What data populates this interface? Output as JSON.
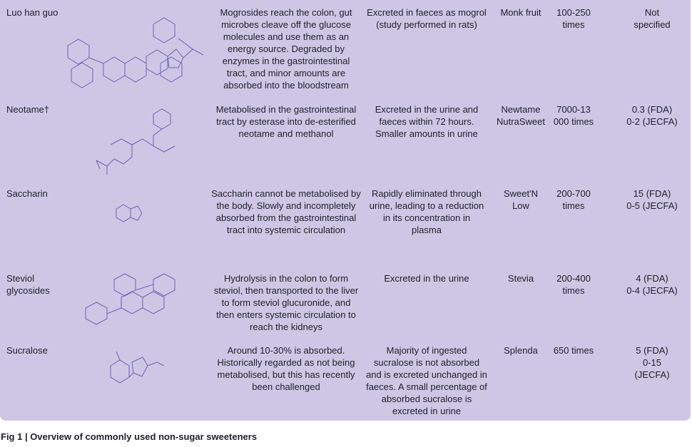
{
  "rows": [
    {
      "name": [
        "Luo han guo"
      ],
      "mechanism": [
        "Mogrosides reach the colon, gut",
        "microbes cleave off the glucose",
        "molecules and use them as an",
        "energy source. Degraded by",
        "enzymes in the gastrointestinal",
        "tract, and minor amounts are",
        "absorbed into the bloodstream"
      ],
      "excretion": [
        "Excreted in faeces as mogrol",
        "(study performed in rats)"
      ],
      "brand": [
        "Monk fruit"
      ],
      "potency": [
        "100-250",
        "times"
      ],
      "adi": [
        "Not",
        "specified"
      ]
    },
    {
      "name": [
        "Neotame†"
      ],
      "mechanism": [
        "Metabolised in the gastrointestinal",
        "tract by esterase into de-esterified",
        "neotame and methanol"
      ],
      "excretion": [
        "Excreted in the urine and",
        "faeces within 72 hours.",
        "Smaller amounts in urine"
      ],
      "brand": [
        "Newtame",
        "NutraSweet"
      ],
      "potency": [
        "7000-13",
        "000 times"
      ],
      "adi": [
        "0.3 (FDA)",
        "0-2 (JECFA)"
      ]
    },
    {
      "name": [
        "Saccharin"
      ],
      "mechanism": [
        "Saccharin cannot be metabolised by",
        "the body. Slowly and incompletely",
        "absorbed from the gastrointestinal",
        "tract into systemic circulation"
      ],
      "excretion": [
        "Rapidly eliminated through",
        "urine, leading to a reduction",
        "in its concentration in",
        "plasma"
      ],
      "brand": [
        "Sweet'N",
        "Low"
      ],
      "potency": [
        "200-700",
        "times"
      ],
      "adi": [
        "15 (FDA)",
        "0-5 (JECFA)"
      ]
    },
    {
      "name": [
        "Steviol",
        "glycosides"
      ],
      "mechanism": [
        "Hydrolysis in the colon to form",
        "steviol, then transported to the liver",
        "to form steviol glucuronide, and",
        "then enters systemic circulation to",
        "reach the kidneys"
      ],
      "excretion": [
        "Excreted in the urine"
      ],
      "brand": [
        "Stevia"
      ],
      "potency": [
        "200-400",
        "times"
      ],
      "adi": [
        "4 (FDA)",
        "0-4 (JECFA)"
      ]
    },
    {
      "name": [
        "Sucralose"
      ],
      "mechanism": [
        "Around 10-30% is absorbed.",
        "Historically regarded as not being",
        "metabolised, but this has recently",
        "been challenged"
      ],
      "excretion": [
        "Majority of ingested",
        "sucralose is not absorbed",
        "and is excreted unchanged in",
        "faeces. A small percentage of",
        "absorbed sucralose is",
        "excreted in urine"
      ],
      "brand": [
        "Splenda"
      ],
      "potency": [
        "650 times"
      ],
      "adi": [
        "5 (FDA)",
        "0-15",
        "(JECFA)"
      ]
    }
  ],
  "caption": "Fig 1 | Overview of commonly used non-sugar sweeteners",
  "colors": {
    "panel": "#cdc7e5",
    "structure": "#6d63b3"
  }
}
